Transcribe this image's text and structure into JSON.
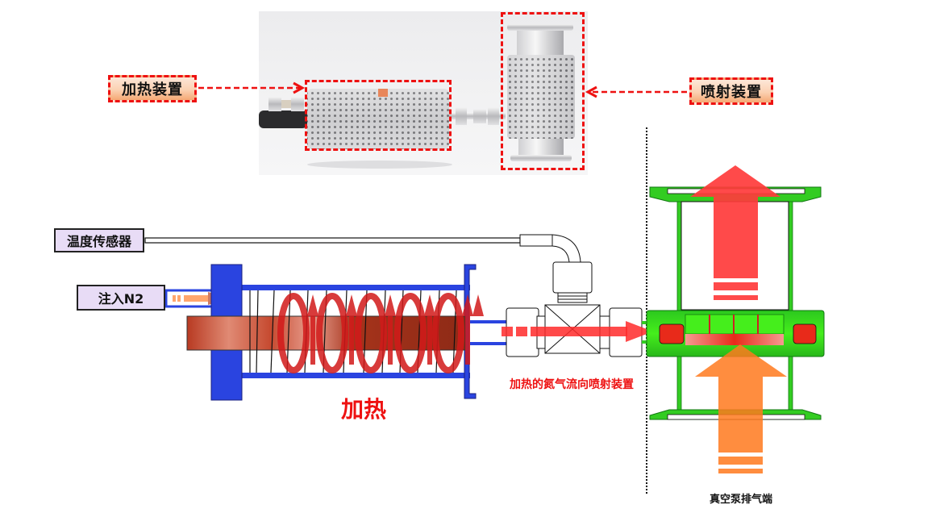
{
  "photo": {
    "description": "product-photo",
    "heater_callout": "加热装置",
    "injector_callout": "喷射装置"
  },
  "schematic": {
    "temp_sensor_label": "温度传感器",
    "n2_inlet_label": "注入N2",
    "heating_label": "加热",
    "flow_caption": "加热的氮气流向喷射装置",
    "vacuum_exhaust_label": "真空泵排气端"
  },
  "colors": {
    "callout_border": "#ee1111",
    "heater_body": "#2a44e0",
    "coil_red": "#d21a1a",
    "injector_green": "#33cc22",
    "exhaust_up_arrow": "#ff4444",
    "vacuum_arrow": "#ff8a3a",
    "label_fill": "#e8dcf6"
  }
}
